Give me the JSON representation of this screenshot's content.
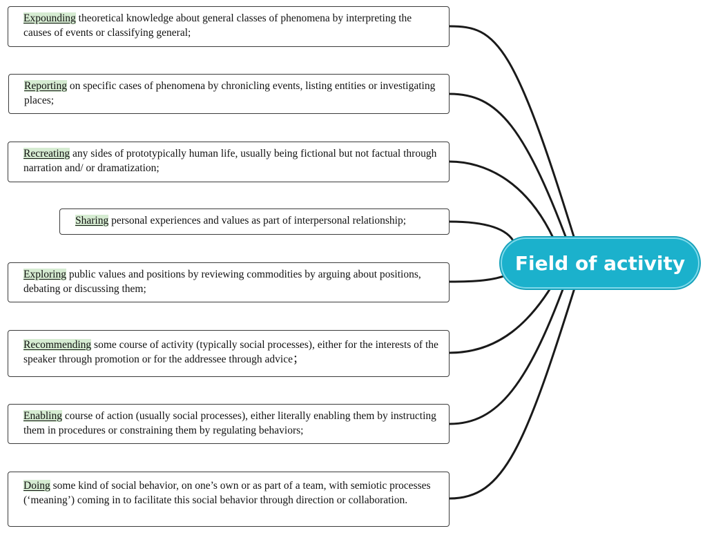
{
  "center": {
    "label": "Field of activity"
  },
  "items": [
    {
      "keyword": "Expounding",
      "text": " theoretical knowledge about general classes of phenomena by interpreting the causes of events or classifying general;"
    },
    {
      "keyword": "Reporting",
      "text": " on specific cases of phenomena by chronicling events, listing entities or investigating places;"
    },
    {
      "keyword": "Recreating",
      "text": " any sides of prototypically human life, usually being fictional but not factual through narration and/ or  dramatization;"
    },
    {
      "keyword": "Sharing",
      "text": " personal experiences and values as part of interpersonal relationship;"
    },
    {
      "keyword": "Exploring",
      "text": " public values and positions by reviewing commodities by arguing about positions, debating or discussing them;"
    },
    {
      "keyword": "Recommending",
      "text": " some course of activity (typically social processes), either for the interests of the speaker through promotion or for the addressee through advice；"
    },
    {
      "keyword": "Enabling",
      "text": " course of action (usually social processes), either literally enabling them by instructing them in procedures or constraining them by regulating behaviors;"
    },
    {
      "keyword": "Doing",
      "text": " some kind of social behavior, on one’s own or as part of a team, with semiotic processes (‘meaning’) coming in to facilitate this social behavior through direction or collaboration."
    }
  ],
  "colors": {
    "node_fill": "#1bb1cc",
    "keyword_highlight": "#d6ecd2",
    "connector": "#1a1a1a"
  }
}
